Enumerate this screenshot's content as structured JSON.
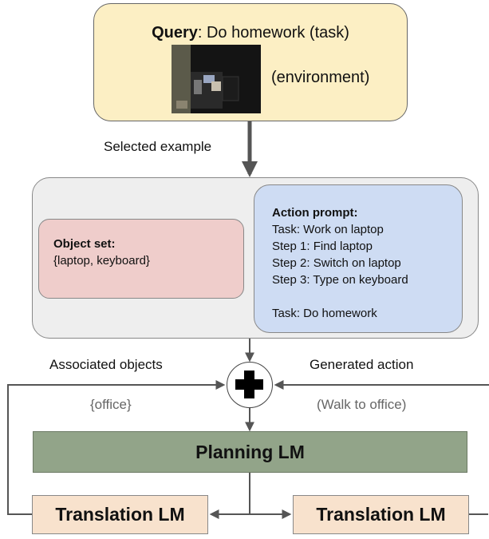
{
  "query": {
    "bold": "Query",
    "rest": ": Do homework (task)",
    "env_label": "(environment)"
  },
  "selected_label": "Selected example",
  "object_set": {
    "heading": "Object set:",
    "value": "{laptop, keyboard}"
  },
  "action_prompt": {
    "heading": "Action prompt:",
    "lines": [
      "Task: Work on laptop",
      "Step 1: Find laptop",
      "Step 2: Switch on laptop",
      "Step 3: Type on keyboard"
    ],
    "final": "Task: Do homework"
  },
  "associated_label": "Associated objects",
  "generated_label": "Generated action",
  "office_example": "{office}",
  "walk_example": "(Walk to office)",
  "planning_lm": "Planning LM",
  "translation_lm": "Translation LM",
  "colors": {
    "query_bg": "#fcefc4",
    "object_bg": "#efcdcb",
    "action_bg": "#cedcf3",
    "planning_bg": "#92a489",
    "translation_bg": "#f8e2cd"
  }
}
